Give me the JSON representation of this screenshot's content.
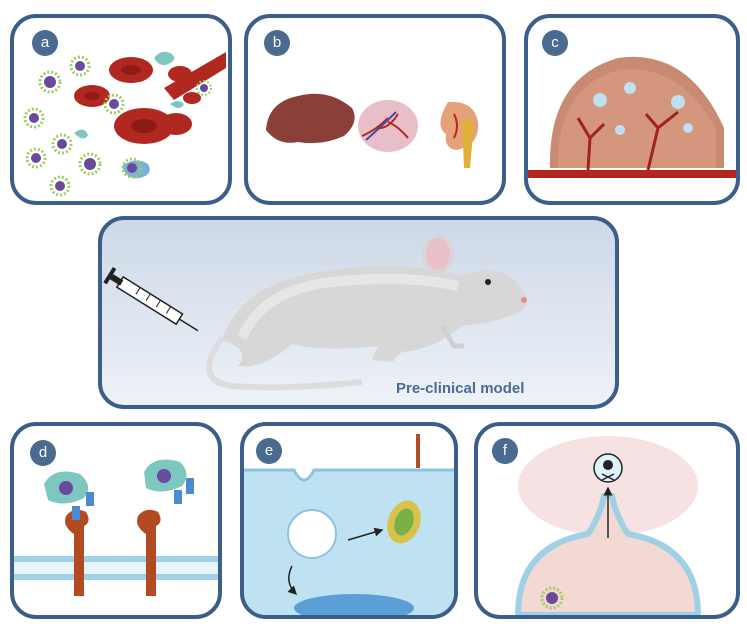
{
  "panels": {
    "a": {
      "label": "a"
    },
    "b": {
      "label": "b"
    },
    "c": {
      "label": "c"
    },
    "d": {
      "label": "d"
    },
    "e": {
      "label": "e"
    },
    "f": {
      "label": "f"
    }
  },
  "model": {
    "caption": "Pre-clinical model"
  },
  "colors": {
    "border": "#3b5f8a",
    "badge": "#4a6b8f",
    "caption": "#4a6b95",
    "red_blood_cell": "#b0281f",
    "protein": "#7cc7bf",
    "nanoparticle": "#6a4a9a",
    "receptor": "#b24a22",
    "membrane": "#9fd0e6"
  }
}
